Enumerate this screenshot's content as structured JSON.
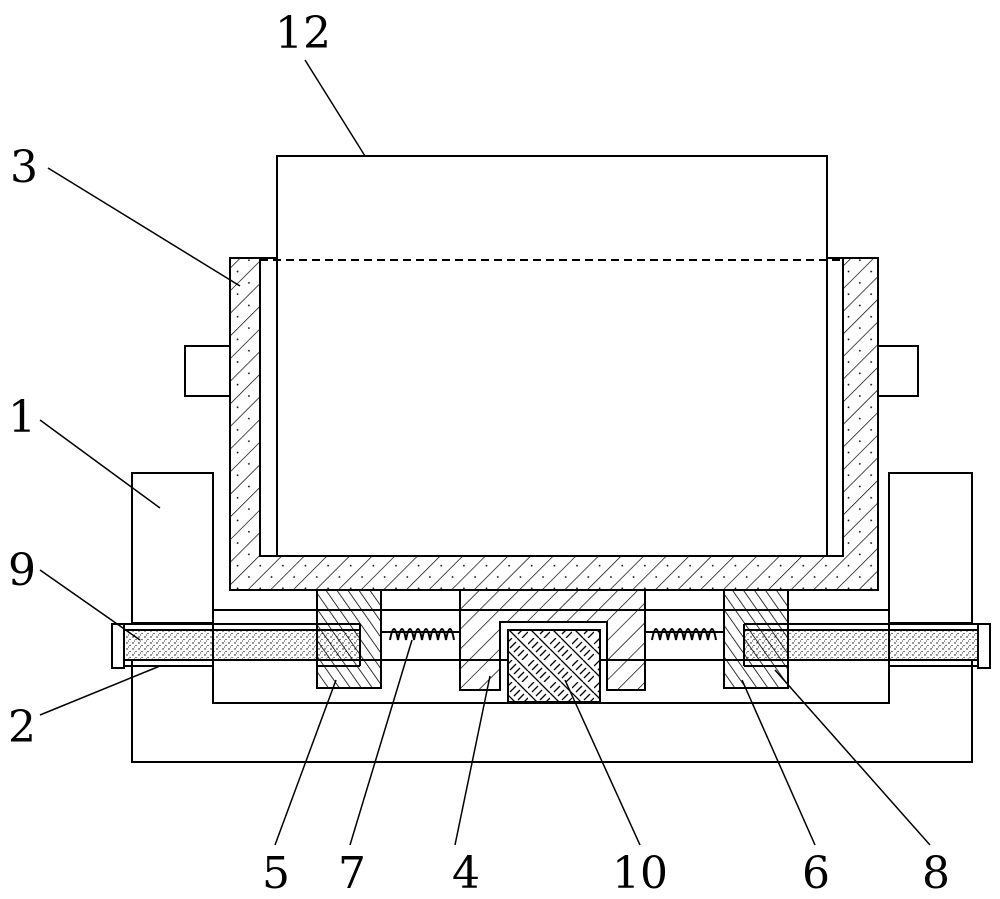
{
  "labels": {
    "l12": "12",
    "l3": "3",
    "l1": "1",
    "l9": "9",
    "l2": "2",
    "l5": "5",
    "l7": "7",
    "l4": "4",
    "l10": "10",
    "l6": "6",
    "l8": "8"
  },
  "colors": {
    "line": "#000000",
    "background": "#ffffff"
  }
}
